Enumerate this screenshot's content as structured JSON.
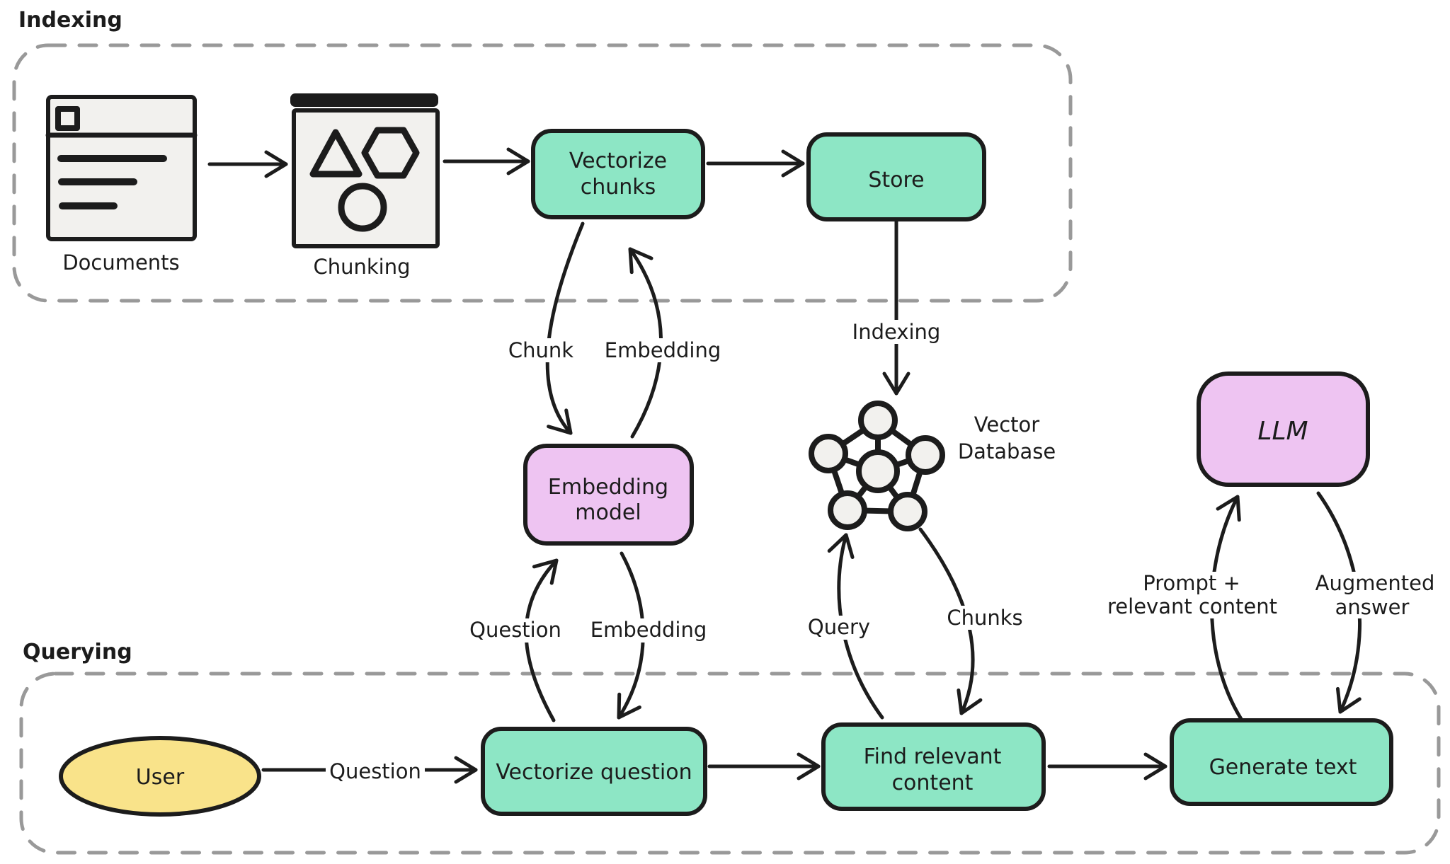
{
  "diagram": {
    "sections": {
      "indexing": {
        "title": "Indexing"
      },
      "querying": {
        "title": "Querying"
      }
    },
    "nodes": {
      "documents": {
        "label": "Documents"
      },
      "chunking": {
        "label": "Chunking"
      },
      "vectorize_chunks": {
        "line1": "Vectorize",
        "line2": "chunks"
      },
      "store": {
        "label": "Store"
      },
      "embedding_model": {
        "line1": "Embedding",
        "line2": "model"
      },
      "vector_database": {
        "line1": "Vector",
        "line2": "Database"
      },
      "llm": {
        "label": "LLM"
      },
      "user": {
        "label": "User"
      },
      "vectorize_question": {
        "label": "Vectorize question"
      },
      "find_relevant_content": {
        "line1": "Find relevant",
        "line2": "content"
      },
      "generate_text": {
        "label": "Generate text"
      }
    },
    "edges": {
      "chunk": {
        "label": "Chunk"
      },
      "embedding_up": {
        "label": "Embedding"
      },
      "indexing_arrow": {
        "label": "Indexing"
      },
      "question_up": {
        "label": "Question"
      },
      "embedding_down": {
        "label": "Embedding"
      },
      "user_question": {
        "label": "Question"
      },
      "query": {
        "label": "Query"
      },
      "chunks": {
        "label": "Chunks"
      },
      "prompt": {
        "line1": "Prompt +",
        "line2": "relevant content"
      },
      "augmented": {
        "line1": "Augmented",
        "line2": "answer"
      }
    },
    "colors": {
      "process": "#8de6c5",
      "model": "#eec4f2",
      "actor": "#f9e38a",
      "icon_fill": "#f2f1ee",
      "bar": "#1c1c1c"
    }
  }
}
